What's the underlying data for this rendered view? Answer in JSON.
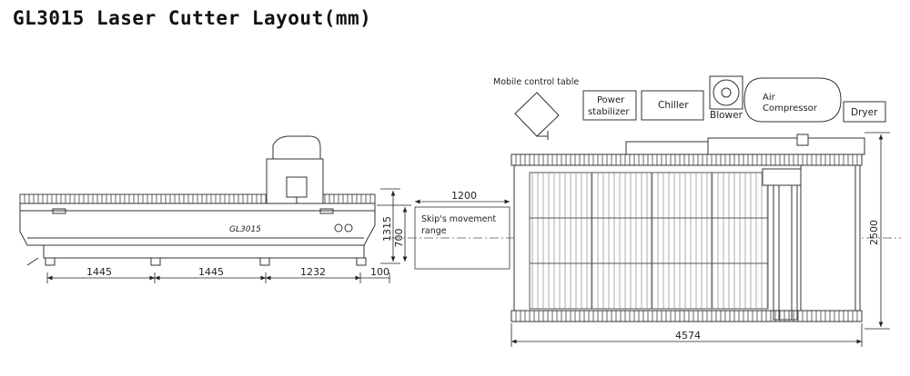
{
  "title": "GL3015 Laser Cutter Layout(mm)",
  "side_view": {
    "model_label": "GL3015",
    "dimensions": {
      "seg1": "1445",
      "seg2": "1445",
      "seg3": "1232",
      "seg4": "100",
      "height_total": "1315",
      "height_table": "700"
    }
  },
  "top_view": {
    "dimensions": {
      "length": "4574",
      "width": "2500",
      "skip_travel": "1200"
    },
    "skip_range_line1": "Skip's movement",
    "skip_range_line2": "range"
  },
  "equipment": {
    "mobile_control_table": "Mobile control table",
    "power_stabilizer_line1": "Power",
    "power_stabilizer_line2": "stabilizer",
    "chiller": "Chiller",
    "blower": "Blower",
    "air_compressor_line1": "Air",
    "air_compressor_line2": "Compressor",
    "dryer": "Dryer"
  }
}
